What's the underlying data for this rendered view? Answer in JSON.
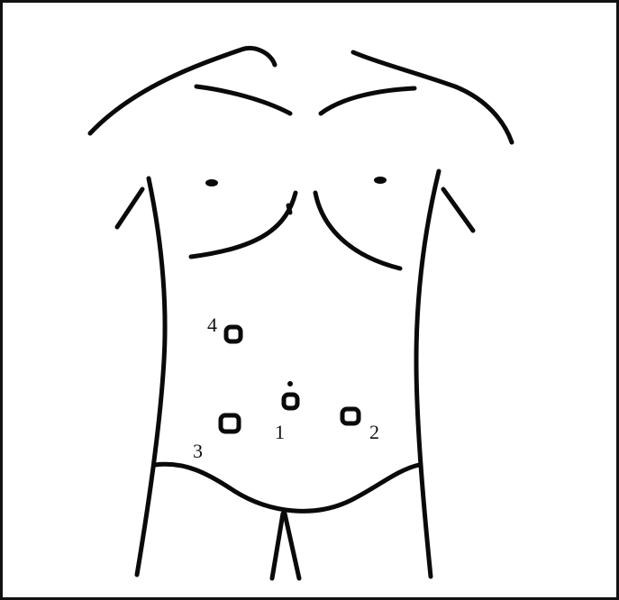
{
  "figure": {
    "ports": [
      {
        "id": "port-1",
        "label": "1"
      },
      {
        "id": "port-2",
        "label": "2"
      },
      {
        "id": "port-3",
        "label": "3"
      },
      {
        "id": "port-4",
        "label": "4"
      }
    ]
  }
}
